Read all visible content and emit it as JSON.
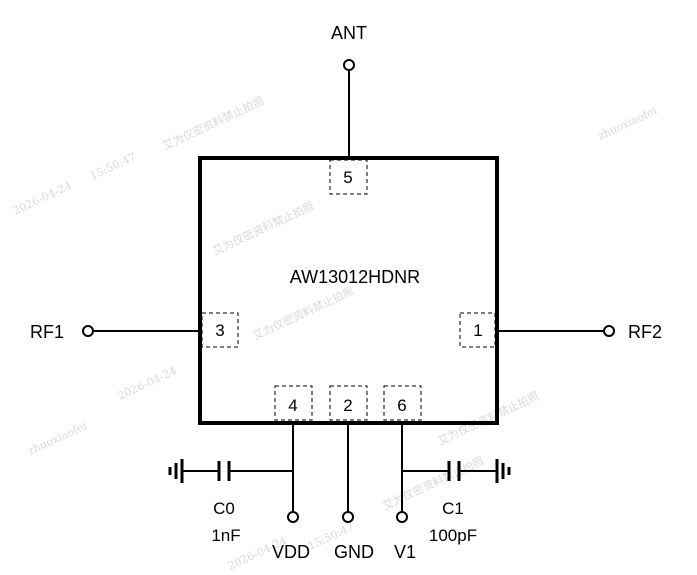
{
  "chip": {
    "part_number": "AW13012HDNR"
  },
  "pins": [
    {
      "number": "5",
      "net": "ANT"
    },
    {
      "number": "3",
      "net": "RF1"
    },
    {
      "number": "1",
      "net": "RF2"
    },
    {
      "number": "4",
      "net": "VDD"
    },
    {
      "number": "2",
      "net": "GND"
    },
    {
      "number": "6",
      "net": "V1"
    }
  ],
  "components": {
    "c0": {
      "ref": "C0",
      "value": "1nF"
    },
    "c1": {
      "ref": "C1",
      "value": "100pF"
    }
  },
  "watermark": {
    "date": "2026-04-24",
    "time": "15:50:47",
    "user": "zhuoxiaofei",
    "notice": "艾为仅密资料禁止拍照"
  },
  "colors": {
    "line": "#000000",
    "watermark": "#d9d9d9",
    "background": "#ffffff"
  }
}
